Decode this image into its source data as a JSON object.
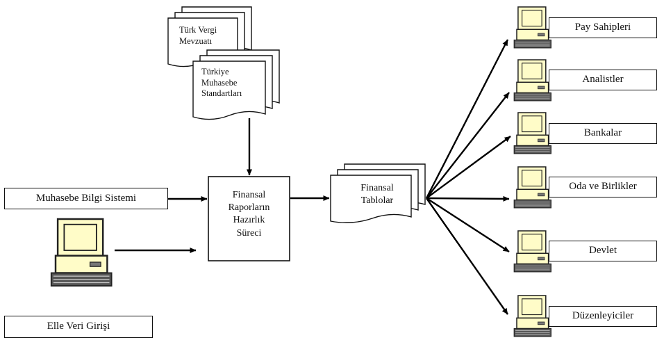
{
  "diagram": {
    "inputs": {
      "system_label": "Muhasebe Bilgi Sistemi",
      "manual_label": "Elle Veri Girişi"
    },
    "documents": {
      "tax_law": [
        "Türk Vergi",
        "Mevzuatı"
      ],
      "accounting_standards": [
        "Türkiye",
        "Muhasebe",
        "Standartları"
      ],
      "financial_statements": [
        "Finansal",
        "Tablolar"
      ]
    },
    "process": {
      "lines": [
        "Finansal",
        "Raporların",
        "Hazırlık",
        "Süreci"
      ]
    },
    "users": [
      "Pay Sahipleri",
      "Analistler",
      "Bankalar",
      "Oda ve Birlikler",
      "Devlet",
      "Düzenleyiciler"
    ]
  }
}
